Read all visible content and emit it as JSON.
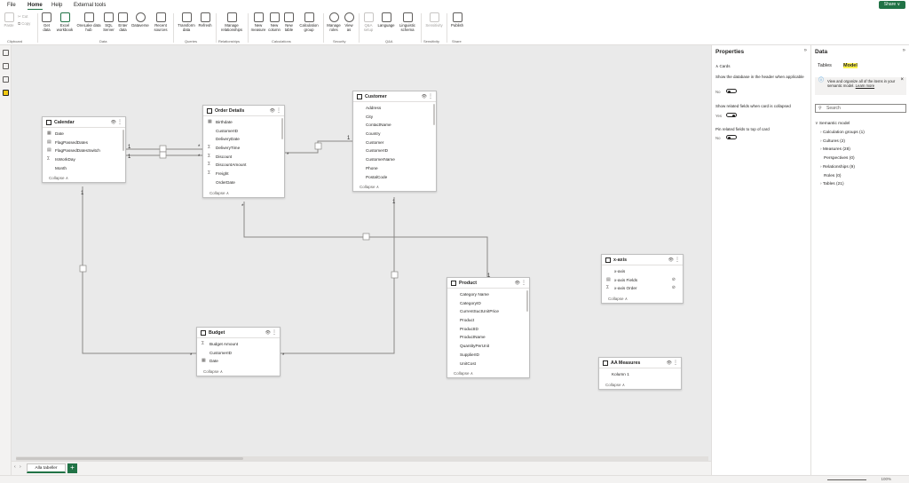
{
  "menubar": {
    "items": [
      "File",
      "Home",
      "Help",
      "External tools"
    ],
    "share": "Share ∨"
  },
  "ribbon": {
    "buttons": {
      "paste": "Paste",
      "cut": "Cut",
      "copy": "Copy",
      "get_data": "Get data",
      "excel": "Excel workbook",
      "onelake": "OneLake data hub",
      "sql": "SQL Server",
      "enter": "Enter data",
      "dataverse": "Dataverse",
      "recent": "Recent sources",
      "transform": "Transform data",
      "refresh": "Refresh",
      "manage_rel": "Manage relationships",
      "new_measure": "New measure",
      "new_column": "New column",
      "new_table": "New table",
      "calc_group": "Calculation group",
      "manage_roles": "Manage roles",
      "view_as": "View as",
      "qna": "Q&A setup",
      "language": "Language",
      "linguistic": "Linguistic schema",
      "sensitivity": "Sensitivity",
      "publish": "Publish"
    },
    "groups": {
      "clipboard": "Clipboard",
      "data": "Data",
      "queries": "Queries",
      "relationships": "Relationships",
      "calculations": "Calculations",
      "security": "Security",
      "qna": "Q&A",
      "sensitivity": "Sensitivity",
      "share": "Share"
    }
  },
  "tables": {
    "calendar": {
      "name": "Calendar",
      "fields": [
        [
          "Date",
          "cal"
        ],
        [
          "FlagPassedDates",
          "tbl"
        ],
        [
          "FlagPassedDatesSwitch",
          "tbl"
        ],
        [
          "IsWorkDay",
          "sum"
        ],
        [
          "Month",
          ""
        ]
      ],
      "collapse": "Collapse ∧"
    },
    "order_details": {
      "name": "Order Details",
      "fields": [
        [
          "Birthdate",
          "cal"
        ],
        [
          "CustomerID",
          ""
        ],
        [
          "DeliveryDate",
          ""
        ],
        [
          "DeliveryTime",
          "sum"
        ],
        [
          "Discount",
          "sum"
        ],
        [
          "DiscountAmount",
          "sum"
        ],
        [
          "Freight",
          "sum"
        ],
        [
          "OrderDate",
          ""
        ]
      ],
      "collapse": "Collapse ∧"
    },
    "customer": {
      "name": "Customer",
      "fields": [
        [
          "Address",
          ""
        ],
        [
          "City",
          ""
        ],
        [
          "ContactName",
          ""
        ],
        [
          "Country",
          ""
        ],
        [
          "Customer",
          ""
        ],
        [
          "CustomerID",
          ""
        ],
        [
          "CustomerName",
          ""
        ],
        [
          "Phone",
          ""
        ],
        [
          "PostalCode",
          ""
        ]
      ],
      "collapse": "Collapse ∧"
    },
    "product": {
      "name": "Product",
      "fields": [
        [
          "Category Name",
          ""
        ],
        [
          "CategoryID",
          ""
        ],
        [
          "CurrentSuctUnitPrice",
          ""
        ],
        [
          "Product",
          ""
        ],
        [
          "ProductID",
          ""
        ],
        [
          "ProductName",
          ""
        ],
        [
          "QuantityPerUnit",
          ""
        ],
        [
          "SupplierID",
          ""
        ],
        [
          "UnitCost",
          ""
        ]
      ],
      "collapse": "Collapse ∧"
    },
    "budget": {
      "name": "Budget",
      "fields": [
        [
          "Budget Amount",
          "sum"
        ],
        [
          "CustomerID",
          ""
        ],
        [
          "Date",
          "cal"
        ]
      ],
      "collapse": "Collapse ∧"
    },
    "xaxis": {
      "name": "x-axis",
      "fields": [
        [
          "x-axis",
          ""
        ],
        [
          "x-axis Fields",
          "tbl"
        ],
        [
          "x-axis Order",
          "sum"
        ]
      ],
      "collapse": "Collapse ∧"
    },
    "aa_measures": {
      "name": "AA Measures",
      "fields": [
        [
          "Kolumn 1",
          ""
        ]
      ],
      "collapse": "Collapse ∧"
    }
  },
  "relationships": {
    "one": "1",
    "many": "*"
  },
  "bottom": {
    "tab": "Alla tabeller",
    "add": "+",
    "zoom": "100%"
  },
  "properties": {
    "title": "Properties",
    "section": "Cards",
    "opt1": "Show the database in the header when applicable",
    "opt1_val": "No",
    "opt2": "Show related fields when card is collapsed",
    "opt2_val": "Yes",
    "opt3": "Pin related fields to top of card",
    "opt3_val": "No"
  },
  "data": {
    "title": "Data",
    "tab_tables": "Tables",
    "tab_model": "Model",
    "info": "View and organize all of the items in your semantic model.",
    "info_link": "Learn more",
    "search_placeholder": "Search",
    "tree_root": "Semantic model",
    "tree": [
      "Calculation groups (1)",
      "Cultures (2)",
      "Measures (28)",
      "Perspectives (0)",
      "Relationships (9)",
      "Roles (0)",
      "Tables (21)"
    ]
  },
  "colors": {
    "accent": "#217346",
    "highlight": "#fff44f"
  }
}
